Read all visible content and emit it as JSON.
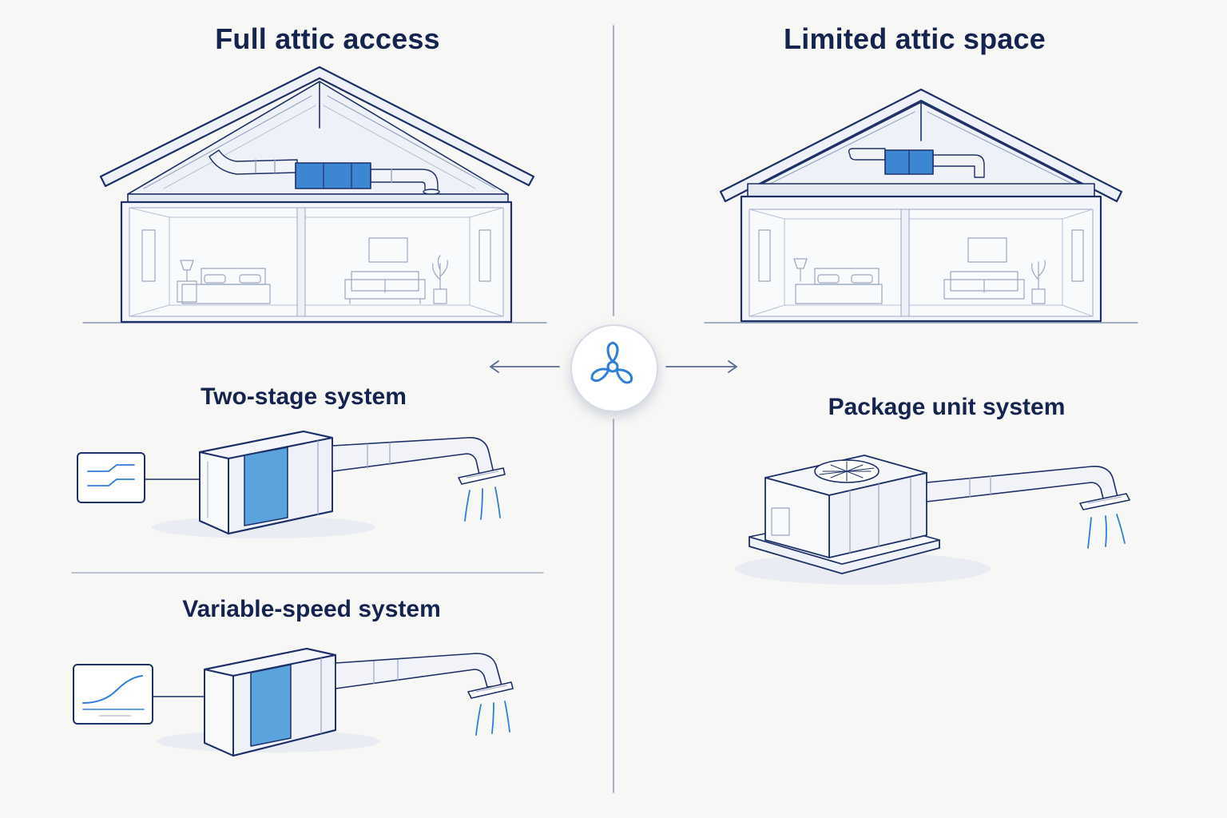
{
  "left_panel": {
    "title": "Full attic access",
    "options": [
      {
        "title": "Two-stage system",
        "control_icon": "two-stage-step-graph-icon"
      },
      {
        "title": "Variable-speed system",
        "control_icon": "variable-speed-curve-graph-icon"
      }
    ]
  },
  "right_panel": {
    "title": "Limited attic space",
    "options": [
      {
        "title": "Package unit system",
        "control_icon": "rooftop-package-unit-icon"
      }
    ]
  },
  "center": {
    "icon": "fan-icon",
    "arrows": [
      "arrow-left-icon",
      "arrow-right-icon"
    ]
  },
  "colors": {
    "ink": "#1d3068",
    "accent": "#2f7fd6",
    "accent_fill": "#5aa3dc",
    "background": "#f7f7f5"
  }
}
